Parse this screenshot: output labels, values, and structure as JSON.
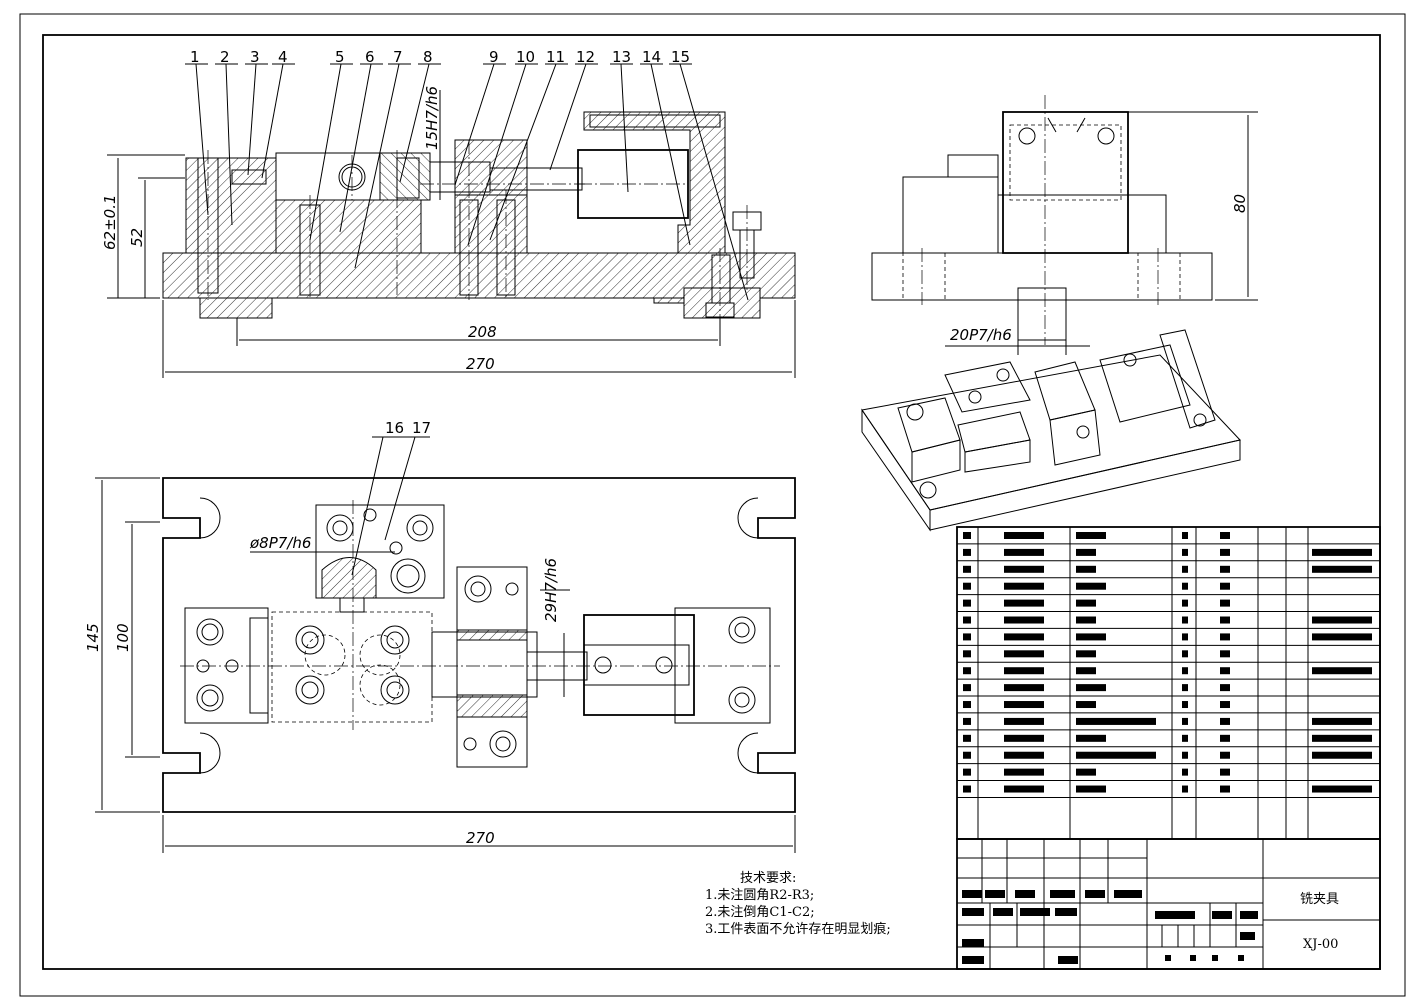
{
  "part_numbers": [
    "1",
    "2",
    "3",
    "4",
    "5",
    "6",
    "7",
    "8",
    "9",
    "10",
    "11",
    "12",
    "13",
    "14",
    "15"
  ],
  "part_numbers_top": [
    "16",
    "17"
  ],
  "dimensions": {
    "height_62": "62±0.1",
    "height_52": "52",
    "fit_15": "15H7/h6",
    "len_208": "208",
    "len_270_front": "270",
    "height_80": "80",
    "fit_20": "20P7/h6",
    "fit_8": "ø8P7/h6",
    "fit_29": "29H7/h6",
    "width_145": "145",
    "width_100": "100",
    "len_270_top": "270"
  },
  "notes": {
    "title": "技术要求:",
    "items": [
      "1.未注圆角R2-R3;",
      "2.未注倒角C1-C2;",
      "3.工件表面不允许存在明显划痕;"
    ]
  },
  "title_block": {
    "name": "铣夹具",
    "code": "XJ-00"
  },
  "parts_list_rows": 17
}
